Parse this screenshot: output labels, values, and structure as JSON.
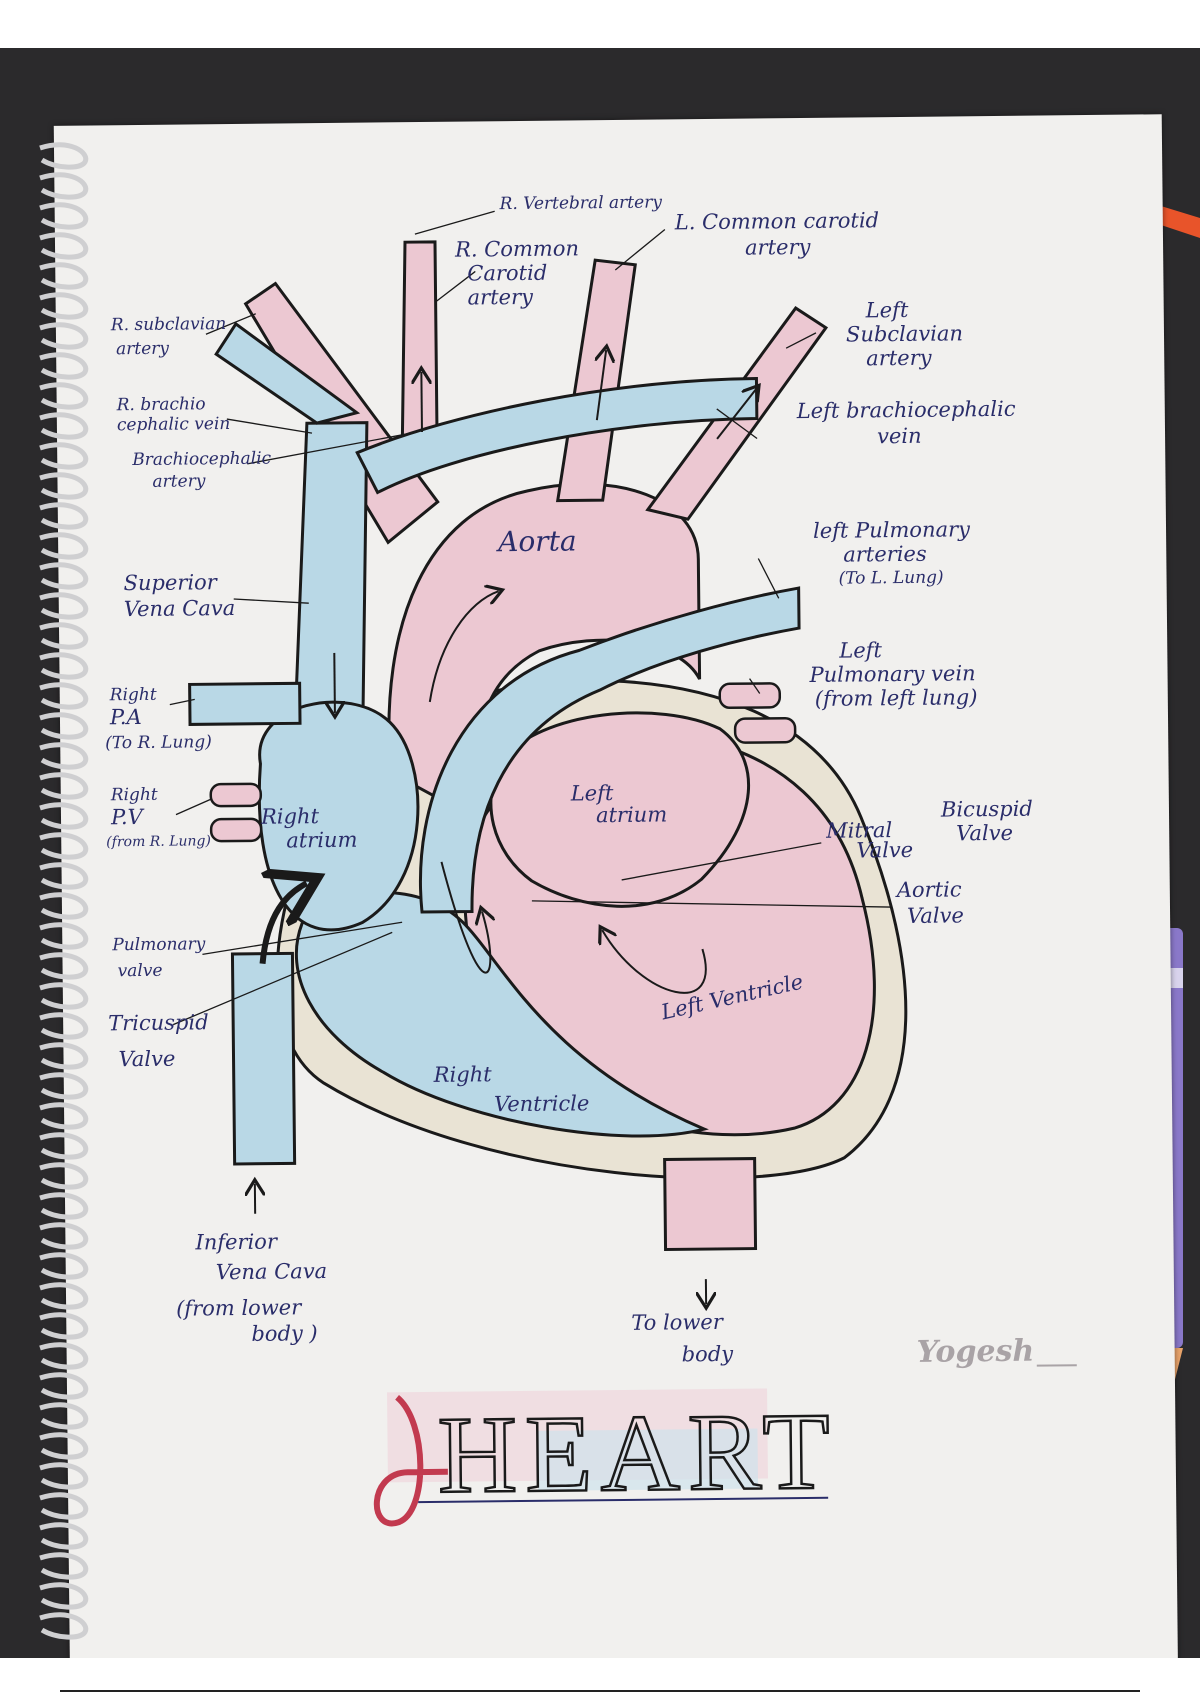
{
  "labels": {
    "r_vertebral_artery": "R. Vertebral artery",
    "r_common_carotid": [
      "R. Common",
      "Carotid",
      "artery"
    ],
    "l_common_carotid": [
      "L. Common carotid",
      "artery"
    ],
    "r_subclavian": [
      "R. subclavian",
      "artery"
    ],
    "left_subclavian": [
      "Left",
      "Subclavian",
      "artery"
    ],
    "r_brachiocephalic_vein": [
      "R. brachio",
      "cephalic vein"
    ],
    "brachiocephalic_artery": [
      "Brachiocephalic",
      "artery"
    ],
    "left_brachiocephalic_vein": [
      "Left brachiocephalic",
      "vein"
    ],
    "aorta": "Aorta",
    "superior_vena_cava": [
      "Superior",
      "Vena Cava"
    ],
    "left_pulmonary_arteries": [
      "left Pulmonary",
      "arteries",
      "(To L. Lung)"
    ],
    "right_pa": [
      "Right",
      "P.A",
      "(To R. Lung)"
    ],
    "left_pulmonary_vein": [
      "Left",
      "Pulmonary vein",
      "(from left lung)"
    ],
    "right_pv": [
      "Right",
      "P.V",
      "(from R. Lung)"
    ],
    "right_atrium": [
      "Right",
      "atrium"
    ],
    "left_atrium": [
      "Left",
      "atrium"
    ],
    "mitral_valve": [
      "Mitral",
      "Valve"
    ],
    "bicuspid_valve": [
      "Bicuspid",
      "Valve"
    ],
    "aortic_valve": [
      "Aortic",
      "Valve"
    ],
    "pulmonary_valve": [
      "Pulmonary",
      "valve"
    ],
    "tricuspid_valve": [
      "Tricuspid",
      "Valve"
    ],
    "left_ventricle": "Left Ventricle",
    "right_ventricle": [
      "Right",
      "Ventricle"
    ],
    "inferior_vena_cava": [
      "Inferior",
      "Vena Cava",
      "(from lower",
      "body )"
    ],
    "to_lower_body": [
      "To lower",
      "body"
    ]
  },
  "title": "HEART",
  "signature": "Yogesh",
  "colors": {
    "arterial": "#ecc8d2",
    "venous": "#b9d8e6",
    "ink": "#2a2d6a",
    "outline": "#1a1a1a",
    "paper": "#f1f0ee",
    "background": "#2b2a2c",
    "marker_orange": "#e8542a",
    "pencil_purple": "#8a78c9"
  }
}
